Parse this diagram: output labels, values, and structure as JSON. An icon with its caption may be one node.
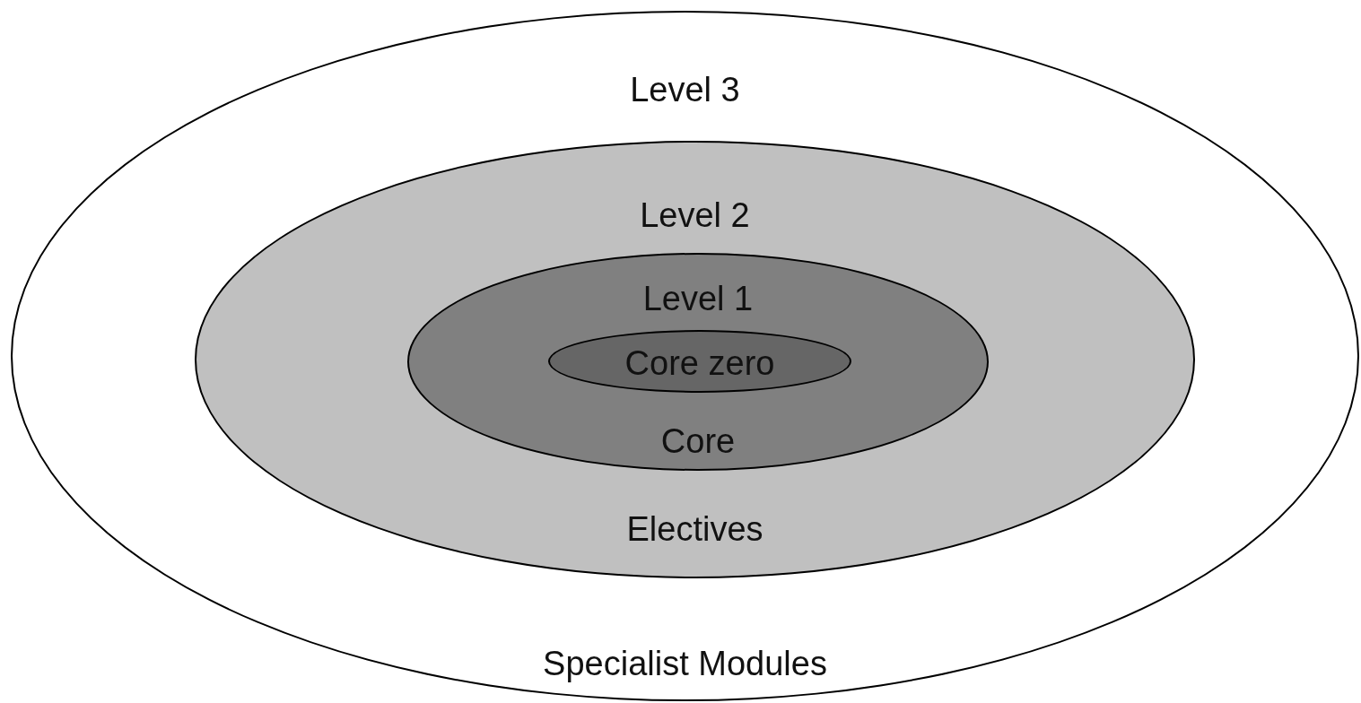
{
  "diagram": {
    "nodes": [
      {
        "text": [
          "Level 3",
          "Specialist Modules"
        ]
      },
      {
        "text": [
          "Level 2",
          "Electives"
        ],
        "in": 0
      },
      {
        "text": [
          "Level 1",
          "Core"
        ],
        "in": 1
      },
      {
        "text": [
          "Core zero"
        ],
        "in": 2
      }
    ]
  }
}
